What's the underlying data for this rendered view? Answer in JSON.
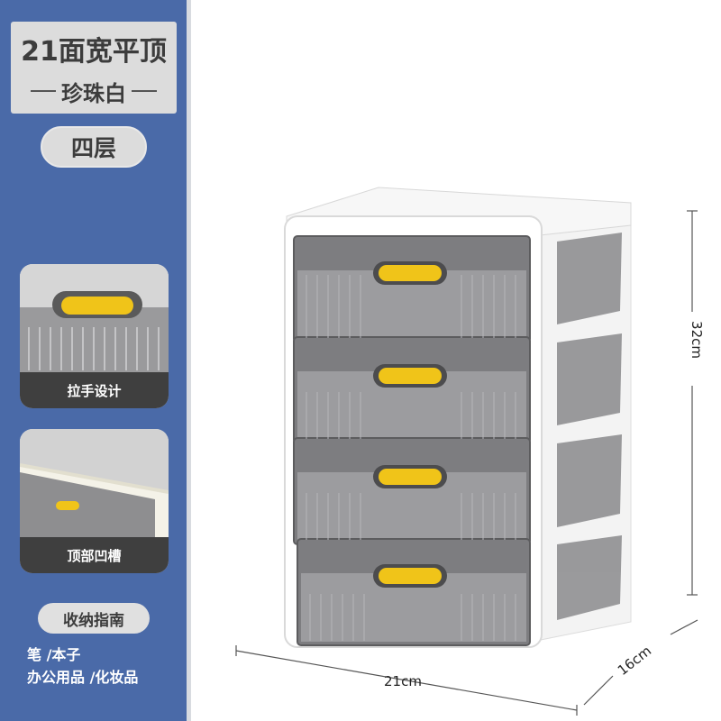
{
  "sidebar": {
    "title": "21面宽平顶",
    "subtitle": "珍珠白",
    "tier": "四层",
    "features": [
      {
        "label": "拉手设计"
      },
      {
        "label": "顶部凹槽"
      }
    ],
    "guide_title": "收纳指南",
    "uses": [
      "笔 /本子",
      "办公用品 /化妆品"
    ]
  },
  "dimensions": {
    "width": "21cm",
    "height": "32cm",
    "depth": "16cm"
  },
  "colors": {
    "sidebar": "#4a6aa8",
    "handle": "#f0c419",
    "frame": "#ffffff",
    "drawer": "#7a7a7c"
  }
}
